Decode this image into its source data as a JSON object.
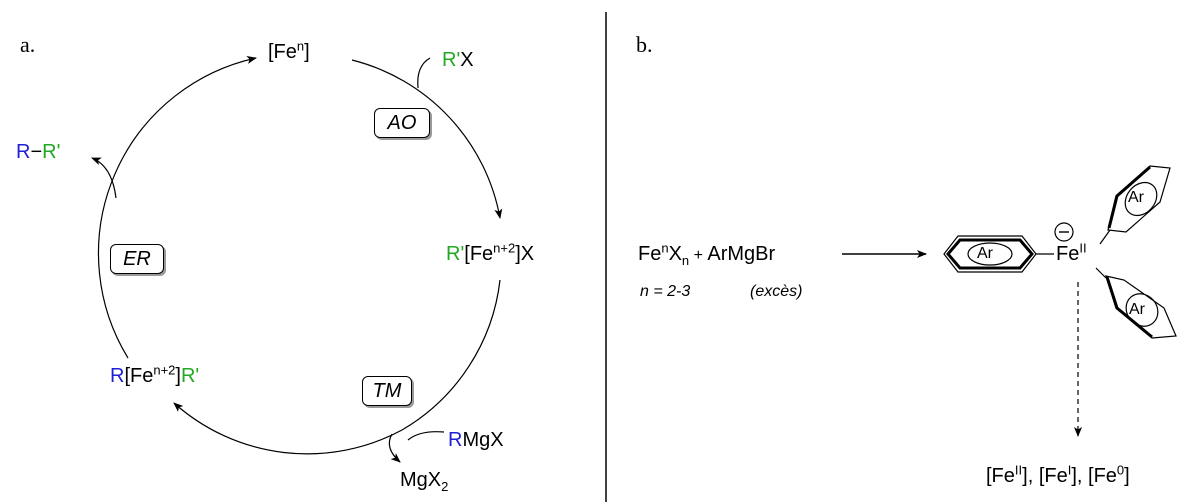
{
  "panel_a": {
    "label": "a.",
    "fe_top": {
      "base": "[Fe",
      "sup": "n",
      "end": "]"
    },
    "rx": {
      "r": "R'",
      "x": "X"
    },
    "ao": "AO",
    "ox_complex": {
      "r": "R'",
      "base": "[Fe",
      "sup": "n+2",
      "end": "]X"
    },
    "tm": "TM",
    "rmgx": {
      "r": "R",
      "rest": "MgX"
    },
    "mgx2": {
      "base": "MgX",
      "sub": "2"
    },
    "tm_complex": {
      "r": "R",
      "base": "[Fe",
      "sup": "n+2",
      "end": "]",
      "r2": "R'"
    },
    "er": "ER",
    "product": {
      "r": "R",
      "dash": "−",
      "r2": "R'"
    }
  },
  "panel_b": {
    "label": "b.",
    "reagent": {
      "fe": "Fe",
      "sup": "n",
      "x": "X",
      "sub": "n",
      "plus": " + ",
      "grignard": "ArMgBr"
    },
    "n_range": "n = 2-3",
    "excess": "(excès)",
    "ar_label": "Ar",
    "charge": "−",
    "fe_center": {
      "base": "Fe",
      "sup": "II"
    },
    "products": {
      "p1": "[Fe",
      "s1": "II",
      "e1": "], ",
      "p2": "[Fe",
      "s2": "I",
      "e2": "], ",
      "p3": "[Fe",
      "s3": "0",
      "e3": "]"
    }
  },
  "colors": {
    "r_group": "#1f1fd6",
    "r_prime_group": "#22a822"
  }
}
